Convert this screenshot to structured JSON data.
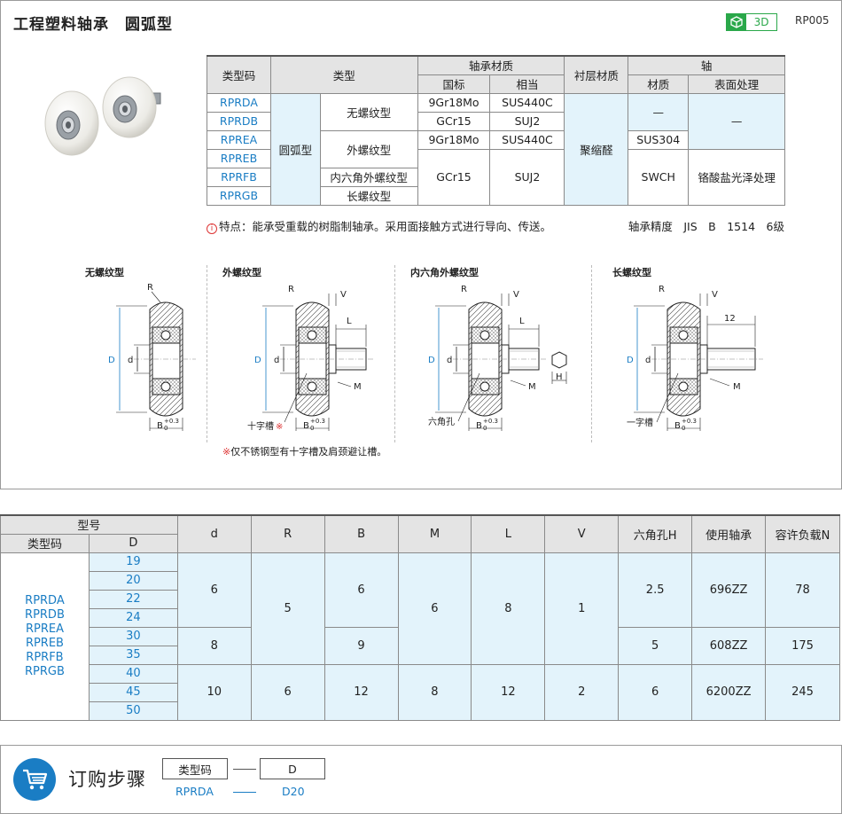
{
  "header": {
    "title": "工程塑料轴承　圆弧型",
    "badge_3d": "3D",
    "code": "RP005",
    "colors": {
      "accent": "#1a7dc4",
      "green": "#2aa84a",
      "row_bg": "#e3f3fb"
    }
  },
  "spec_table": {
    "h_type_code": "类型码",
    "h_type": "类型",
    "h_bearing_material": "轴承材质",
    "h_standard": "国标",
    "h_equivalent": "相当",
    "h_liner_material": "衬层材质",
    "h_shaft": "轴",
    "h_shaft_material": "材质",
    "h_surface": "表面处理",
    "codes": [
      "RPRDA",
      "RPRDB",
      "RPREA",
      "RPREB",
      "RPRFB",
      "RPRGB"
    ],
    "shape": "圆弧型",
    "type_none": "无螺纹型",
    "type_external": "外螺纹型",
    "type_hex": "内六角外螺纹型",
    "type_long": "长螺纹型",
    "mat_9gr": "9Gr18Mo",
    "mat_sus440c": "SUS440C",
    "mat_gcr15": "GCr15",
    "mat_suj2": "SUJ2",
    "liner": "聚缩醛",
    "shaft_none": "—",
    "surface_none": "—",
    "shaft_sus304": "SUS304",
    "shaft_swch": "SWCH",
    "surface_chromate": "铬酸盐光泽处理"
  },
  "notes": {
    "info_mark": "i",
    "feature": "特点：能承受重载的树脂制轴承。采用面接触方式进行导向、传送。",
    "accuracy": "轴承精度　JIS　B　1514　6级",
    "footnote_mark": "※",
    "footnote": "仅不锈钢型有十字槽及肩颈避让槽。"
  },
  "diagrams": {
    "labels": [
      "无螺纹型",
      "外螺纹型",
      "内六角外螺纹型",
      "长螺纹型"
    ],
    "R": "R",
    "V": "V",
    "L": "L",
    "M": "M",
    "D": "D",
    "d": "d",
    "H": "H",
    "B": "B",
    "tol_up": "+0.3",
    "tol_low": "0",
    "len_12": "12",
    "cross_slot": "十字槽",
    "cross_slot_mark": "※",
    "hex_hole": "六角孔",
    "slot": "一字槽"
  },
  "dim_table": {
    "h_model": "型号",
    "h_type_code": "类型码",
    "h_D": "D",
    "headers": [
      "d",
      "R",
      "B",
      "M",
      "L",
      "V",
      "六角孔H",
      "使用轴承",
      "容许负载N"
    ],
    "codes": [
      "RPRDA",
      "RPRDB",
      "RPREA",
      "RPREB",
      "RPRFB",
      "RPRGB"
    ],
    "D_values": [
      "19",
      "20",
      "22",
      "24",
      "30",
      "35",
      "40",
      "45",
      "50"
    ],
    "g1": {
      "d": "6",
      "B": "6",
      "H": "2.5",
      "bearing": "696ZZ",
      "load": "78"
    },
    "g2": {
      "d": "8",
      "B": "9",
      "H": "5",
      "bearing": "608ZZ",
      "load": "175"
    },
    "g3": {
      "d": "10",
      "R": "6",
      "B": "12",
      "M": "8",
      "L": "12",
      "V": "2",
      "H": "6",
      "bearing": "6200ZZ",
      "load": "245"
    },
    "R_12": "5",
    "M_12": "6",
    "L_12": "8",
    "V_12": "1"
  },
  "order": {
    "title": "订购步骤",
    "box_code": "类型码",
    "box_D": "D",
    "val_code": "RPRDA",
    "val_D": "D20"
  }
}
